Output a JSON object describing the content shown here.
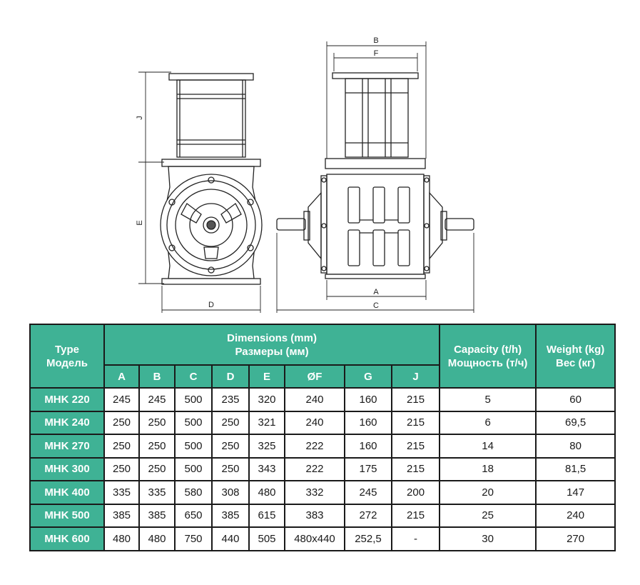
{
  "drawing": {
    "side_view": {
      "label_j": "J",
      "label_e": "E",
      "label_d": "D"
    },
    "front_view": {
      "label_b": "B",
      "label_f": "F",
      "label_a": "A",
      "label_c": "C"
    }
  },
  "colors": {
    "header_bg": "#3fb295",
    "header_text": "#ffffff",
    "border": "#1a1a1a"
  },
  "table": {
    "type_header": [
      "Type",
      "Модель"
    ],
    "dimensions_header": [
      "Dimensions (mm)",
      "Размеры (мм)"
    ],
    "capacity_header": [
      "Capacity (t/h)",
      "Мощность (т/ч)"
    ],
    "weight_header": [
      "Weight (kg)",
      "Вес (кг)"
    ],
    "dim_columns": [
      "A",
      "B",
      "C",
      "D",
      "E",
      "ØF",
      "G",
      "J"
    ],
    "rows": [
      {
        "model": "MHK 220",
        "A": "245",
        "B": "245",
        "C": "500",
        "D": "235",
        "E": "320",
        "F": "240",
        "G": "160",
        "J": "215",
        "capacity": "5",
        "weight": "60"
      },
      {
        "model": "MHK 240",
        "A": "250",
        "B": "250",
        "C": "500",
        "D": "250",
        "E": "321",
        "F": "240",
        "G": "160",
        "J": "215",
        "capacity": "6",
        "weight": "69,5"
      },
      {
        "model": "MHK 270",
        "A": "250",
        "B": "250",
        "C": "500",
        "D": "250",
        "E": "325",
        "F": "222",
        "G": "160",
        "J": "215",
        "capacity": "14",
        "weight": "80"
      },
      {
        "model": "MHK 300",
        "A": "250",
        "B": "250",
        "C": "500",
        "D": "250",
        "E": "343",
        "F": "222",
        "G": "175",
        "J": "215",
        "capacity": "18",
        "weight": "81,5"
      },
      {
        "model": "MHK 400",
        "A": "335",
        "B": "335",
        "C": "580",
        "D": "308",
        "E": "480",
        "F": "332",
        "G": "245",
        "J": "200",
        "capacity": "20",
        "weight": "147"
      },
      {
        "model": "MHK 500",
        "A": "385",
        "B": "385",
        "C": "650",
        "D": "385",
        "E": "615",
        "F": "383",
        "G": "272",
        "J": "215",
        "capacity": "25",
        "weight": "240"
      },
      {
        "model": "MHK 600",
        "A": "480",
        "B": "480",
        "C": "750",
        "D": "440",
        "E": "505",
        "F": "480x440",
        "G": "252,5",
        "J": "-",
        "capacity": "30",
        "weight": "270"
      }
    ]
  }
}
